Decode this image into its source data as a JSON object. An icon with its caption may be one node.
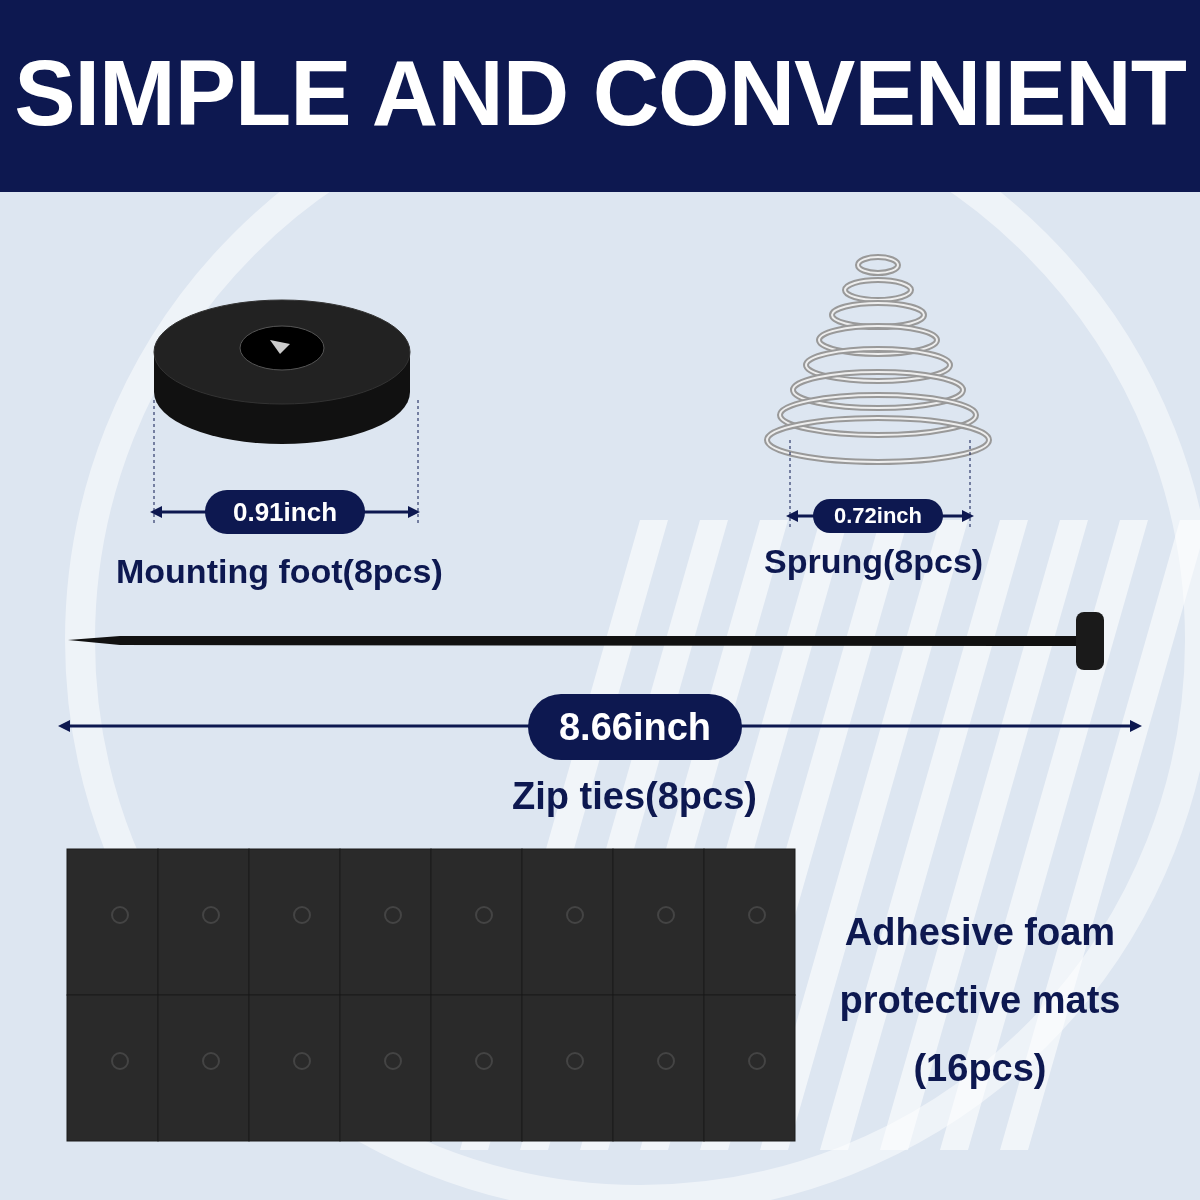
{
  "diagram": {
    "title": "SIMPLE AND CONVENIENT",
    "labels": [
      "0.91inch",
      "Mounting foot(8pcs)",
      "0.72inch",
      "Sprung(8pcs)",
      "8.66inch",
      "Zip ties(8pcs)",
      "Adhesive foam protective mats (16pcs)"
    ]
  }
}
